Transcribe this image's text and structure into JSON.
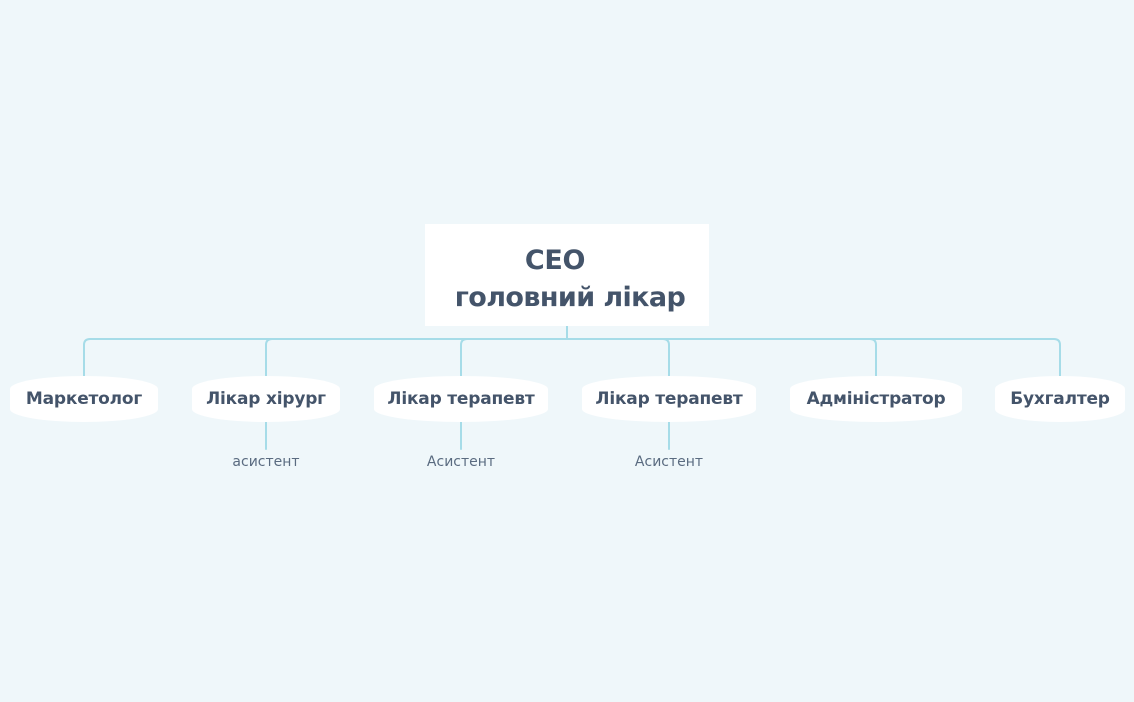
{
  "diagram": {
    "root": {
      "line1": "CEO",
      "line2": "головний лікар"
    },
    "children": [
      {
        "label": "Маркетолог"
      },
      {
        "label": "Лікар хірург",
        "sub": "асистент"
      },
      {
        "label": "Лікар терапевт",
        "sub": "Асистент"
      },
      {
        "label": "Лікар терапевт",
        "sub": "Асистент"
      },
      {
        "label": "Адміністратор"
      },
      {
        "label": "Бухгалтер"
      }
    ],
    "colors": {
      "background": "#eff7fa",
      "node_fill": "#ffffff",
      "connector": "#a6dce8",
      "text": "#44546a"
    }
  }
}
